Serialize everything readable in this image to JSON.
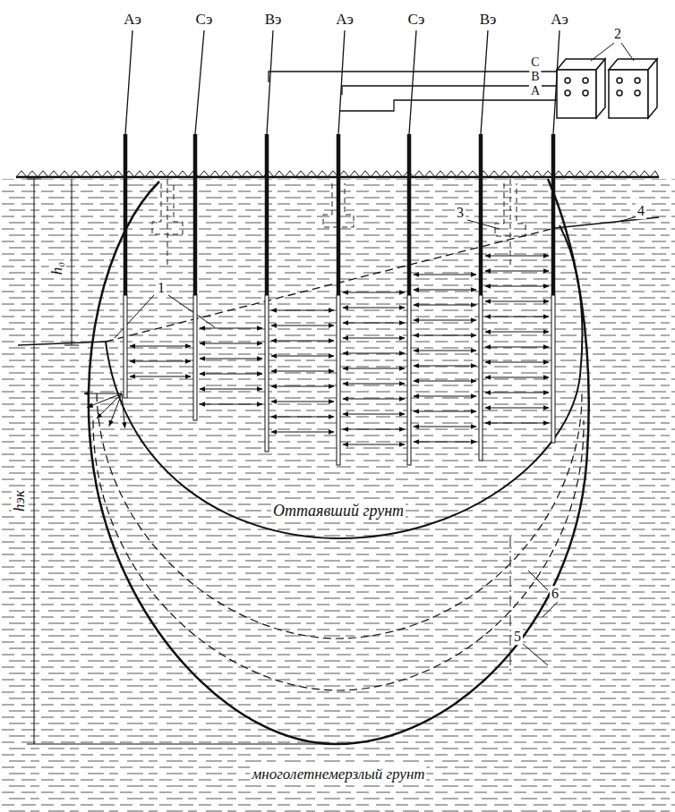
{
  "diagram": {
    "labels": [
      "Аэ",
      "Сэ",
      "Вэ",
      "Аэ",
      "Сэ",
      "Вэ",
      "Аэ",
      "2",
      "С",
      "В",
      "А",
      "3",
      "4",
      "1",
      "h₀",
      "Оттаявший грунт",
      "hэк",
      "6",
      "5",
      "многолетнемерзлый грунт"
    ]
  }
}
